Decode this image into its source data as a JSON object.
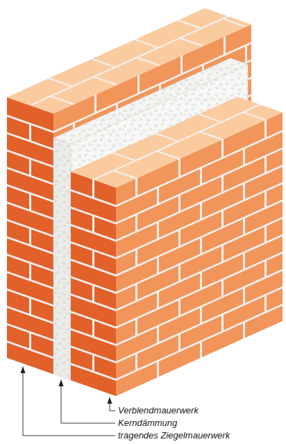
{
  "diagram": {
    "labels": [
      "Verblendmauerwerk",
      "Kerndämmung",
      "tragendes Ziegelmauerwerk"
    ]
  }
}
